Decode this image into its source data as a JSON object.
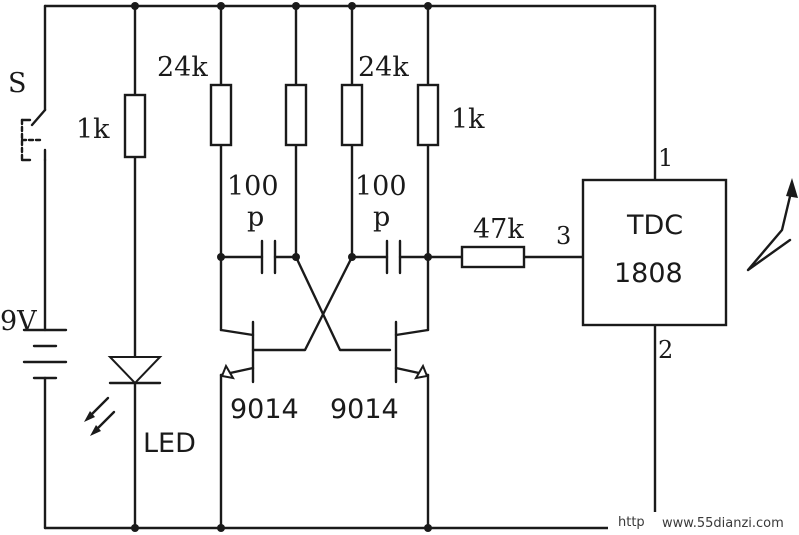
{
  "labels": {
    "switch": "S",
    "battery": "9V",
    "r_led": "1k",
    "led": "LED",
    "r1": "24k",
    "r2": "24k",
    "r4": "1k",
    "cap1_value": "100",
    "cap1_unit": "p",
    "cap2_value": "100",
    "cap2_unit": "p",
    "r_series": "47k",
    "transistor1": "9014",
    "transistor2": "9014",
    "ic_name": "TDC",
    "ic_number": "1808",
    "pin1": "1",
    "pin2": "2",
    "pin3": "3"
  },
  "watermark": {
    "prefix": "http",
    "site": "www.55dianzi.com"
  },
  "colors": {
    "ink": "#1a1a1a",
    "background": "#ffffff"
  }
}
